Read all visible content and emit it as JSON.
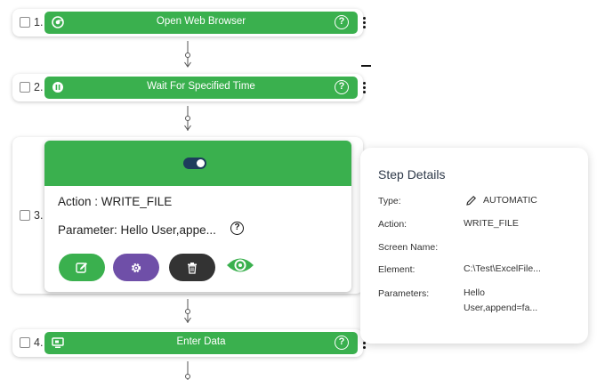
{
  "steps": [
    {
      "number": "1.",
      "label": "Open Web Browser"
    },
    {
      "number": "2.",
      "label": "Wait For Specified Time"
    },
    {
      "number": "3."
    },
    {
      "number": "4.",
      "label": "Enter Data"
    }
  ],
  "help_glyph": "?",
  "expanded_step": {
    "action": "Action : WRITE_FILE",
    "parameter": "Parameter: Hello User,appe...",
    "buttons": [
      "edit",
      "settings",
      "delete",
      "view"
    ]
  },
  "step_details": {
    "title": "Step Details",
    "rows": [
      {
        "label": "Type:",
        "value": "AUTOMATIC"
      },
      {
        "label": "Action:",
        "value": "WRITE_FILE"
      },
      {
        "label": "Screen Name:",
        "value": ""
      },
      {
        "label": "Element:",
        "value": "C:\\Test\\ExcelFile..."
      },
      {
        "label": "Parameters:",
        "value": "Hello User,append=fa..."
      }
    ]
  },
  "colors": {
    "step_green": "#3ab04e",
    "edit_green": "#3ab04e",
    "settings_purple": "#6f4fa8",
    "delete_dark": "#333333",
    "toggle_navy": "#1d3d5c"
  },
  "icons": {
    "step1": "browser-icon",
    "step2": "pause-icon",
    "step4": "monitor-icon"
  }
}
